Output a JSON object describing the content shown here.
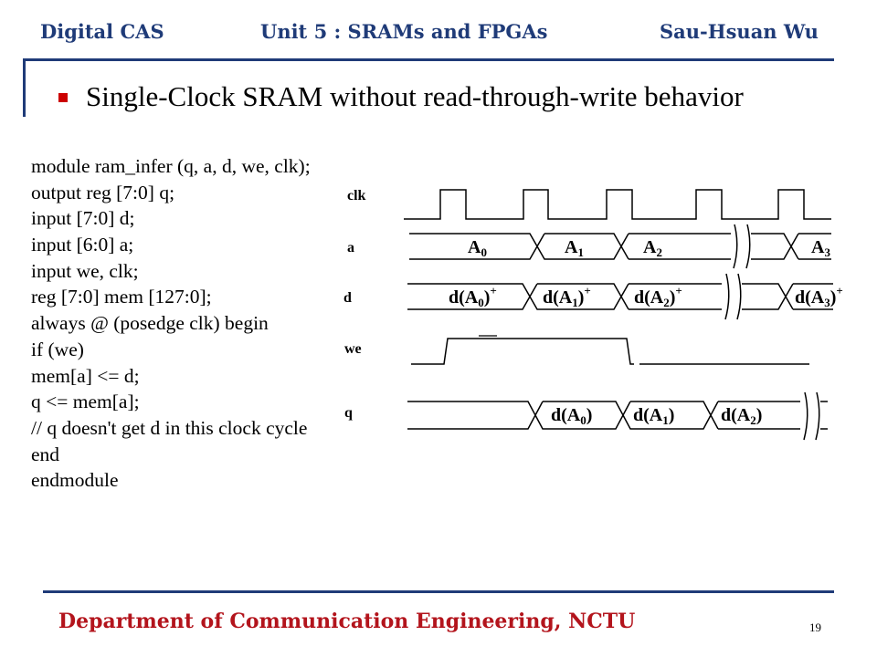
{
  "header": {
    "course": "Digital CAS",
    "unit": "Unit 5 : SRAMs and FPGAs",
    "author": "Sau-Hsuan Wu"
  },
  "slide": {
    "title": "Single-Clock SRAM without read-through-write behavior"
  },
  "code": {
    "lines": [
      "module ram_infer (q, a, d, we, clk);",
      "output reg [7:0] q;",
      "input [7:0] d;",
      "input [6:0] a;",
      "input we, clk;",
      "reg [7:0] mem [127:0];",
      "always @ (posedge clk) begin",
      "if (we)",
      "mem[a] <= d;",
      "q <= mem[a];",
      "// q doesn't get d in this clock cycle",
      "end",
      "endmodule"
    ]
  },
  "timing": {
    "signals": {
      "clk": "clk",
      "a": "a",
      "d": "d",
      "we": "we",
      "q": "q"
    },
    "a_values": [
      {
        "base": "A",
        "sub": "0"
      },
      {
        "base": "A",
        "sub": "1"
      },
      {
        "base": "A",
        "sub": "2"
      },
      {
        "base": "A",
        "sub": "3"
      }
    ],
    "d_values": [
      {
        "pre": "d(A",
        "sub": "0",
        "post": ")",
        "sup": "+"
      },
      {
        "pre": "d(A",
        "sub": "1",
        "post": ")",
        "sup": "+"
      },
      {
        "pre": "d(A",
        "sub": "2",
        "post": ")",
        "sup": "+"
      },
      {
        "pre": "d(A",
        "sub": "3",
        "post": ")",
        "sup": "+"
      }
    ],
    "q_values": [
      {
        "pre": "d(A",
        "sub": "0",
        "post": ")"
      },
      {
        "pre": "d(A",
        "sub": "1",
        "post": ")"
      },
      {
        "pre": "d(A",
        "sub": "2",
        "post": ")"
      }
    ]
  },
  "footer": {
    "department": "Department of Communication Engineering, NCTU",
    "page": "19"
  },
  "colors": {
    "header_blue": "#1f3b78",
    "footer_red": "#b3141c",
    "bullet_red": "#cc0000"
  }
}
